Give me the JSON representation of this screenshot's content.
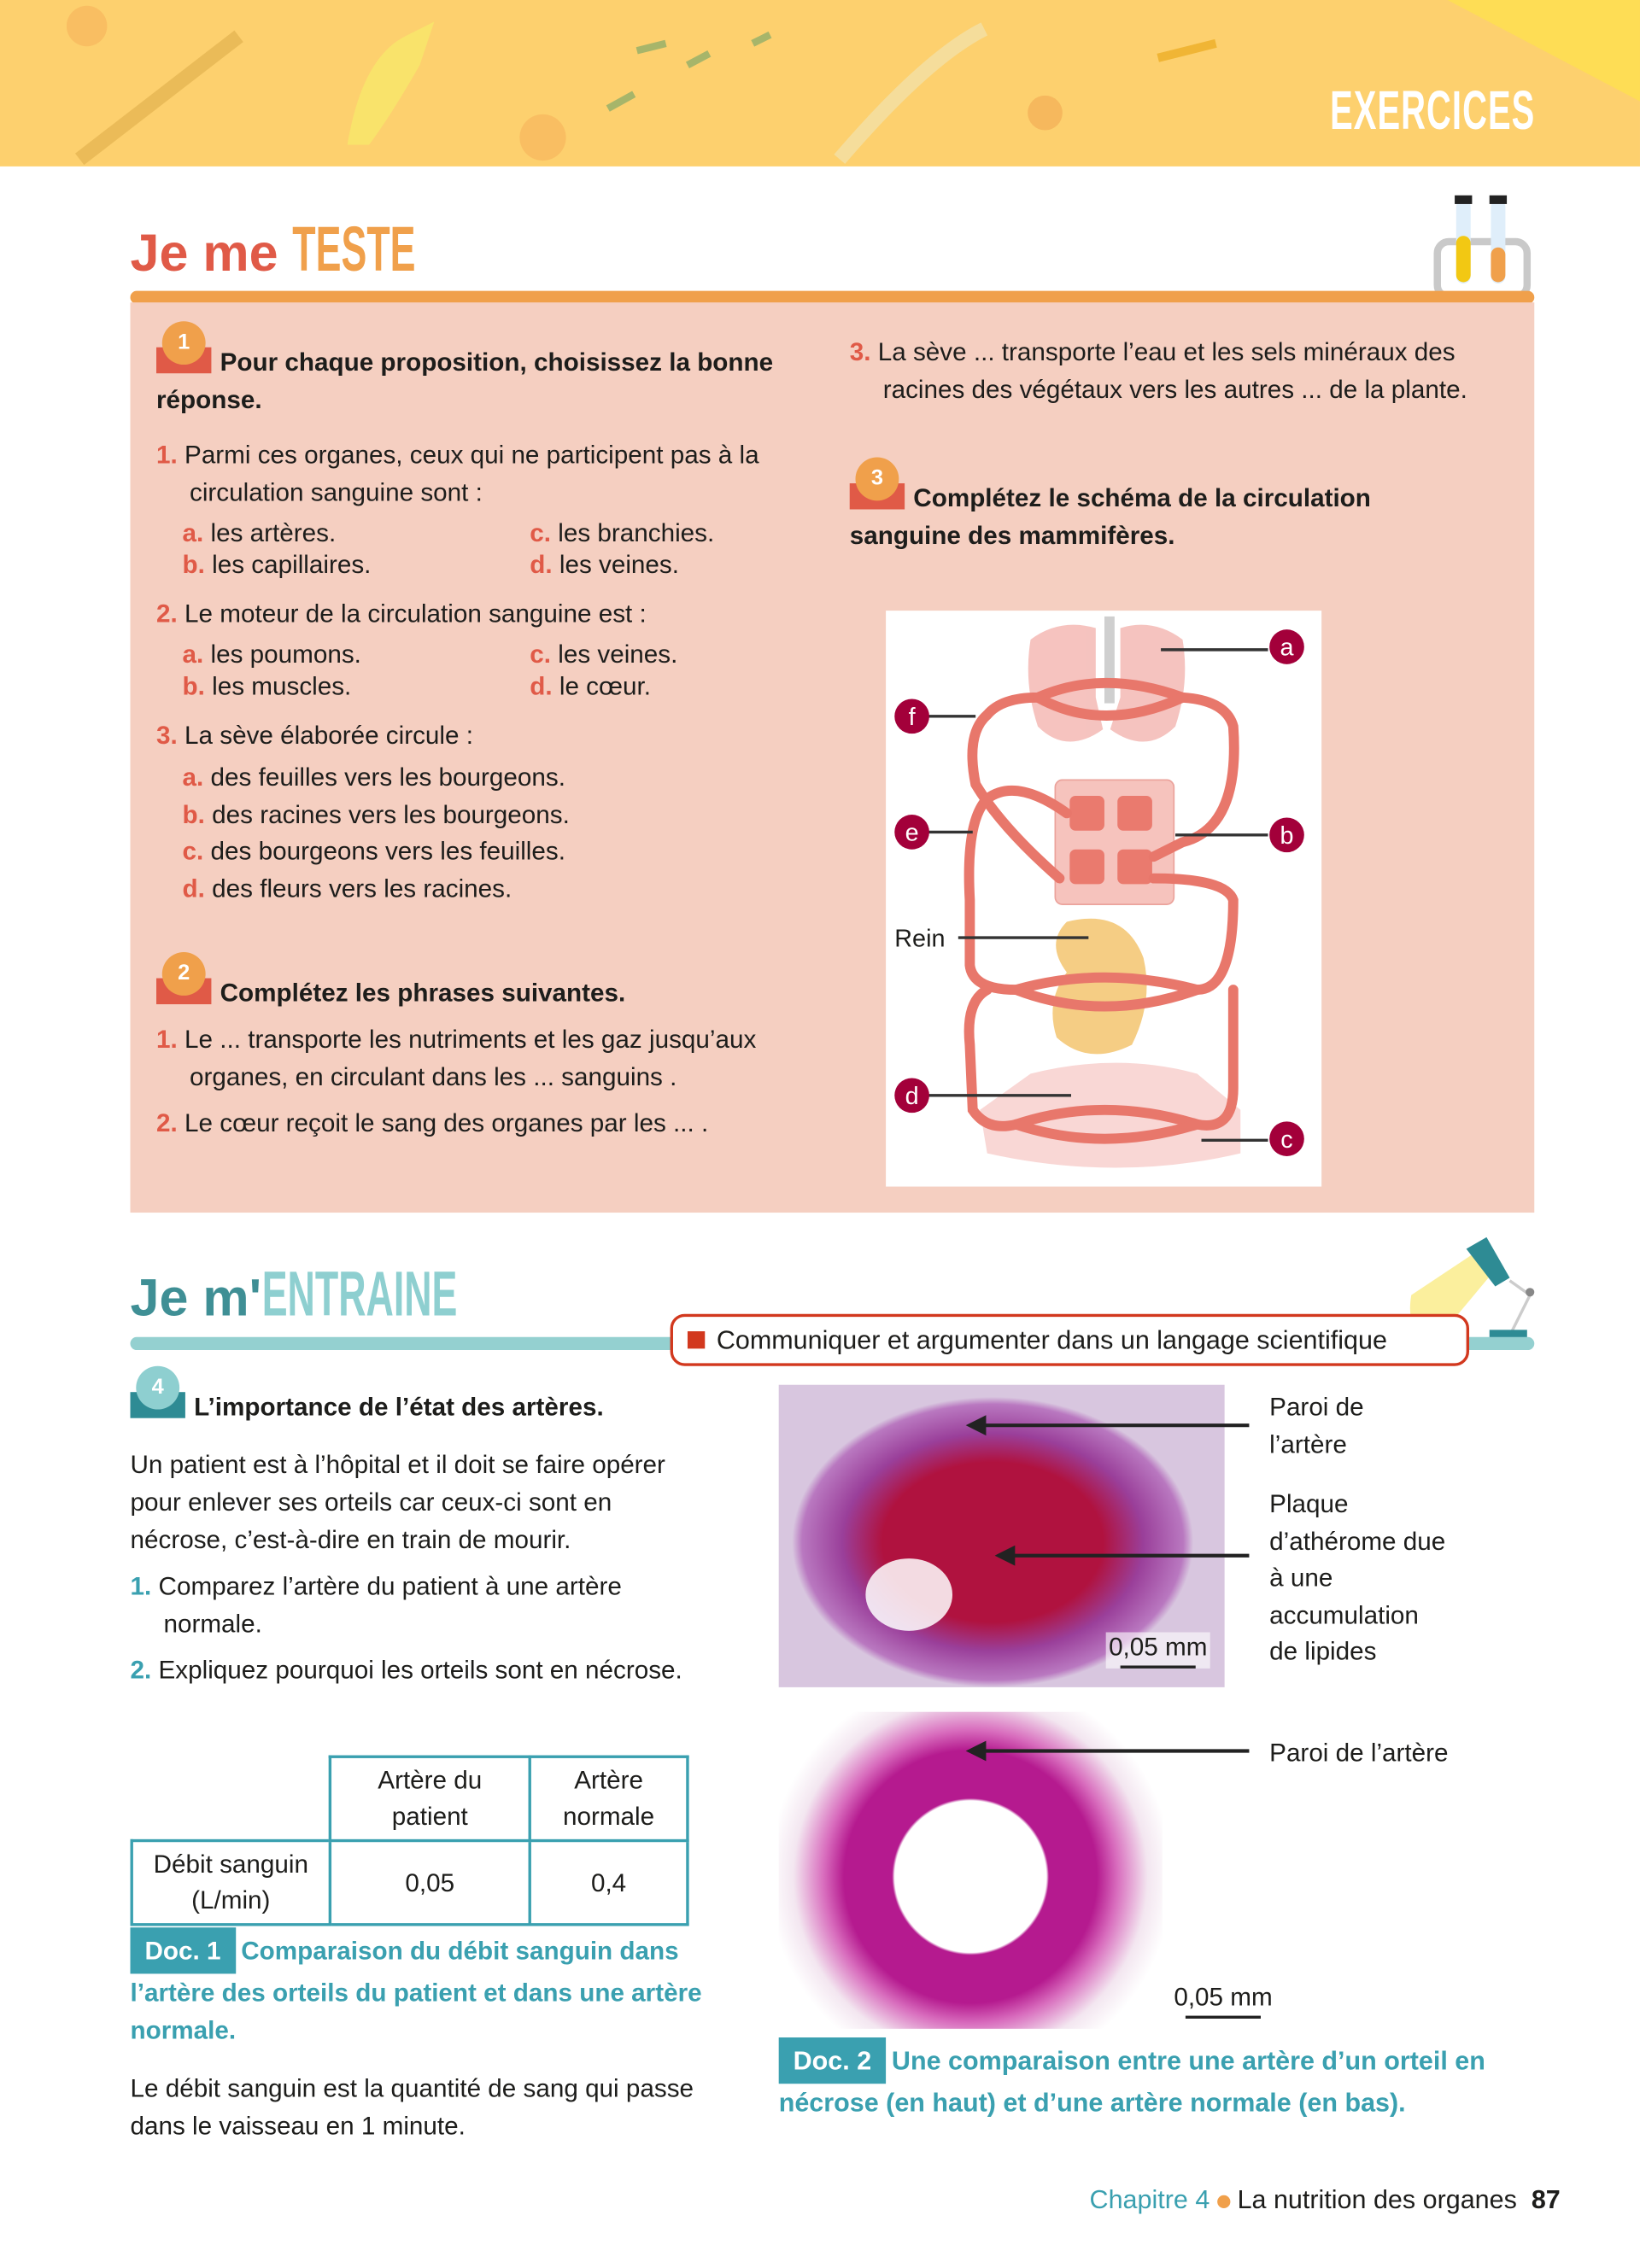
{
  "banner": {
    "title": "EXERCICES"
  },
  "teste": {
    "title_a": "Je me ",
    "title_b": "TESTE",
    "ex1": {
      "number": "1",
      "title": "Pour chaque proposition, choisissez la bonne réponse.",
      "questions": [
        {
          "n": "1.",
          "text": "Parmi ces organes, ceux qui ne participent pas à la circulation sanguine sont :",
          "options": [
            {
              "l": "a.",
              "t": "les artères."
            },
            {
              "l": "c.",
              "t": "les branchies."
            },
            {
              "l": "b.",
              "t": "les capillaires."
            },
            {
              "l": "d.",
              "t": "les veines."
            }
          ]
        },
        {
          "n": "2.",
          "text": "Le moteur de la circulation sanguine est :",
          "options": [
            {
              "l": "a.",
              "t": "les poumons."
            },
            {
              "l": "c.",
              "t": "les veines."
            },
            {
              "l": "b.",
              "t": "les muscles."
            },
            {
              "l": "d.",
              "t": "le cœur."
            }
          ]
        },
        {
          "n": "3.",
          "text": "La sève élaborée circule :",
          "options": [
            {
              "l": "a.",
              "t": "des feuilles vers les bourgeons."
            },
            {
              "l": "b.",
              "t": "des racines vers les bourgeons."
            },
            {
              "l": "c.",
              "t": "des bourgeons vers les feuilles."
            },
            {
              "l": "d.",
              "t": "des fleurs vers les racines."
            }
          ]
        }
      ]
    },
    "ex2": {
      "number": "2",
      "title": "Complétez les phrases suivantes.",
      "items": [
        {
          "n": "1.",
          "t": "Le ... transporte les nutriments et les gaz jusqu’aux organes, en circulant dans les ... sanguins ."
        },
        {
          "n": "2.",
          "t": "Le cœur reçoit le sang des organes par les ... ."
        },
        {
          "n": "3.",
          "t": "La sève ... transporte l’eau et les sels minéraux des racines des végétaux vers les autres ... de la plante."
        }
      ]
    },
    "ex3": {
      "number": "3",
      "title": "Complétez le schéma de la circulation sanguine des mammifères.",
      "labels": {
        "a": "a",
        "b": "b",
        "c": "c",
        "d": "d",
        "e": "e",
        "f": "f",
        "rein": "Rein"
      }
    }
  },
  "entraine": {
    "title_a": "Je m'",
    "title_b": "ENTRAINE",
    "skill": "Communiquer et argumenter dans un langage scientifique",
    "ex4": {
      "number": "4",
      "title": "L’importance de l’état des artères.",
      "intro": "Un patient est à l’hôpital et il doit se faire opérer pour enlever ses orteils car ceux-ci sont en nécrose, c’est-à-dire en train de mourir.",
      "questions": [
        {
          "n": "1.",
          "t": "Comparez l’artère du patient à une artère normale."
        },
        {
          "n": "2.",
          "t": "Expliquez pourquoi les orteils sont en nécrose."
        }
      ],
      "table": {
        "headers": [
          "Artère du patient",
          "Artère normale"
        ],
        "row_label": "Débit sanguin (L/min)",
        "values": [
          "0,05",
          "0,4"
        ]
      },
      "doc1": {
        "badge": "Doc. 1",
        "caption": "Comparaison du débit sanguin dans l’artère des orteils du patient et dans une artère normale."
      },
      "note": "Le débit sanguin est la quantité de sang qui passe dans le vaisseau en 1 minute.",
      "doc2": {
        "badge": "Doc. 2",
        "caption": "Une comparaison entre une artère d’un orteil en nécrose (en haut) et d’une artère normale (en bas).",
        "label_wall_top": "Paroi de l’artère",
        "label_plaque": "Plaque d’athérome due à une accumulation de lipides",
        "scale_top": "0,05 mm",
        "label_wall_bottom": "Paroi de l’artère",
        "scale_bottom": "0,05 mm"
      }
    }
  },
  "footer": {
    "chapter": "Chapitre 4",
    "title": "La nutrition des organes",
    "page": "87"
  },
  "colors": {
    "orange": "#f0a04b",
    "red": "#e05a47",
    "teal": "#3aa0b0",
    "pink": "#f5cfc1"
  }
}
